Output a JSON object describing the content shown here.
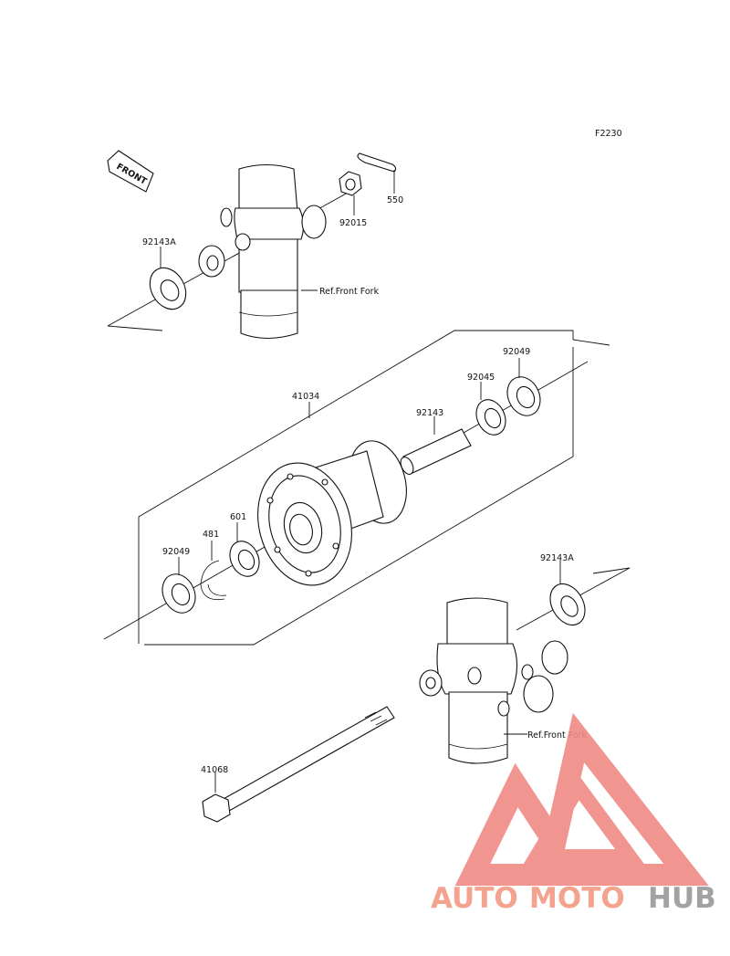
{
  "diagram": {
    "code": "F2230",
    "front_arrow": "FRONT",
    "labels": {
      "p550": "550",
      "p92015": "92015",
      "p92143A_top": "92143A",
      "ref_top": "Ref.Front Fork",
      "p41034": "41034",
      "p92049_right": "92049",
      "p92045": "92045",
      "p92143": "92143",
      "p601": "601",
      "p481": "481",
      "p92049_left": "92049",
      "p92143A_bottom": "92143A",
      "ref_bottom": "Ref.Front Fork",
      "p41068": "41068"
    }
  },
  "watermark": {
    "part1": "AUTO",
    "part2": "MOTO",
    "part3": "HUB",
    "colors": {
      "accent": "#f4a38f",
      "logo": "#f08a86",
      "grey": "#a2a2a2"
    }
  }
}
